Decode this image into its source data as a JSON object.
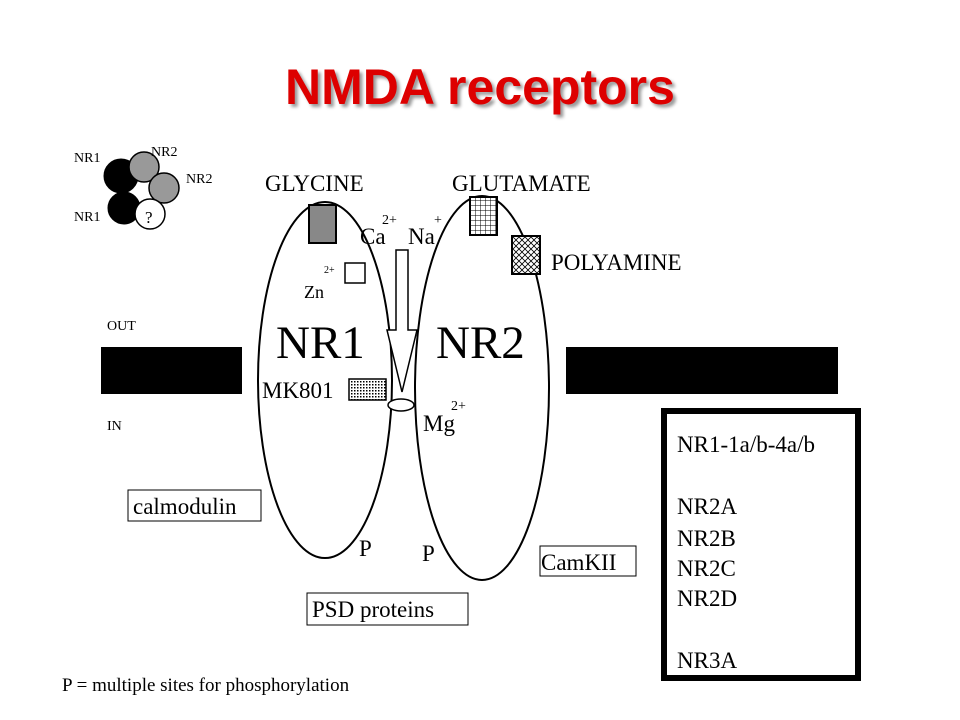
{
  "title": "NMDA receptors",
  "colors": {
    "title": "#dd0000",
    "membrane": "#000000",
    "glycine_site": "#888888"
  },
  "inset": {
    "nr1_top": "NR1",
    "nr2_top": "NR2",
    "nr2_right": "NR2",
    "nr1_bottom": "NR1",
    "unknown": "?"
  },
  "ligands": {
    "glycine": "GLYCINE",
    "glutamate": "GLUTAMATE",
    "polyamine": "POLYAMINE"
  },
  "ions": {
    "ca": "Ca",
    "ca_charge": "2+",
    "na": "Na",
    "na_charge": "+",
    "zn": "Zn",
    "zn_charge": "2+",
    "mg": "Mg",
    "mg_charge": "2+"
  },
  "subunits": {
    "nr1": "NR1",
    "nr2": "NR2"
  },
  "membrane": {
    "out": "OUT",
    "in": "IN"
  },
  "mk801": "MK801",
  "phospho": {
    "p1": "P",
    "p2": "P"
  },
  "boxes": {
    "calmodulin": "calmodulin",
    "camkii": "CamKII",
    "psd": "PSD proteins"
  },
  "variants": [
    "NR1-1a/b-4a/b",
    "NR2A",
    "NR2B",
    "NR2C",
    "NR2D",
    "NR3A"
  ],
  "footnote": "P = multiple sites for phosphorylation"
}
